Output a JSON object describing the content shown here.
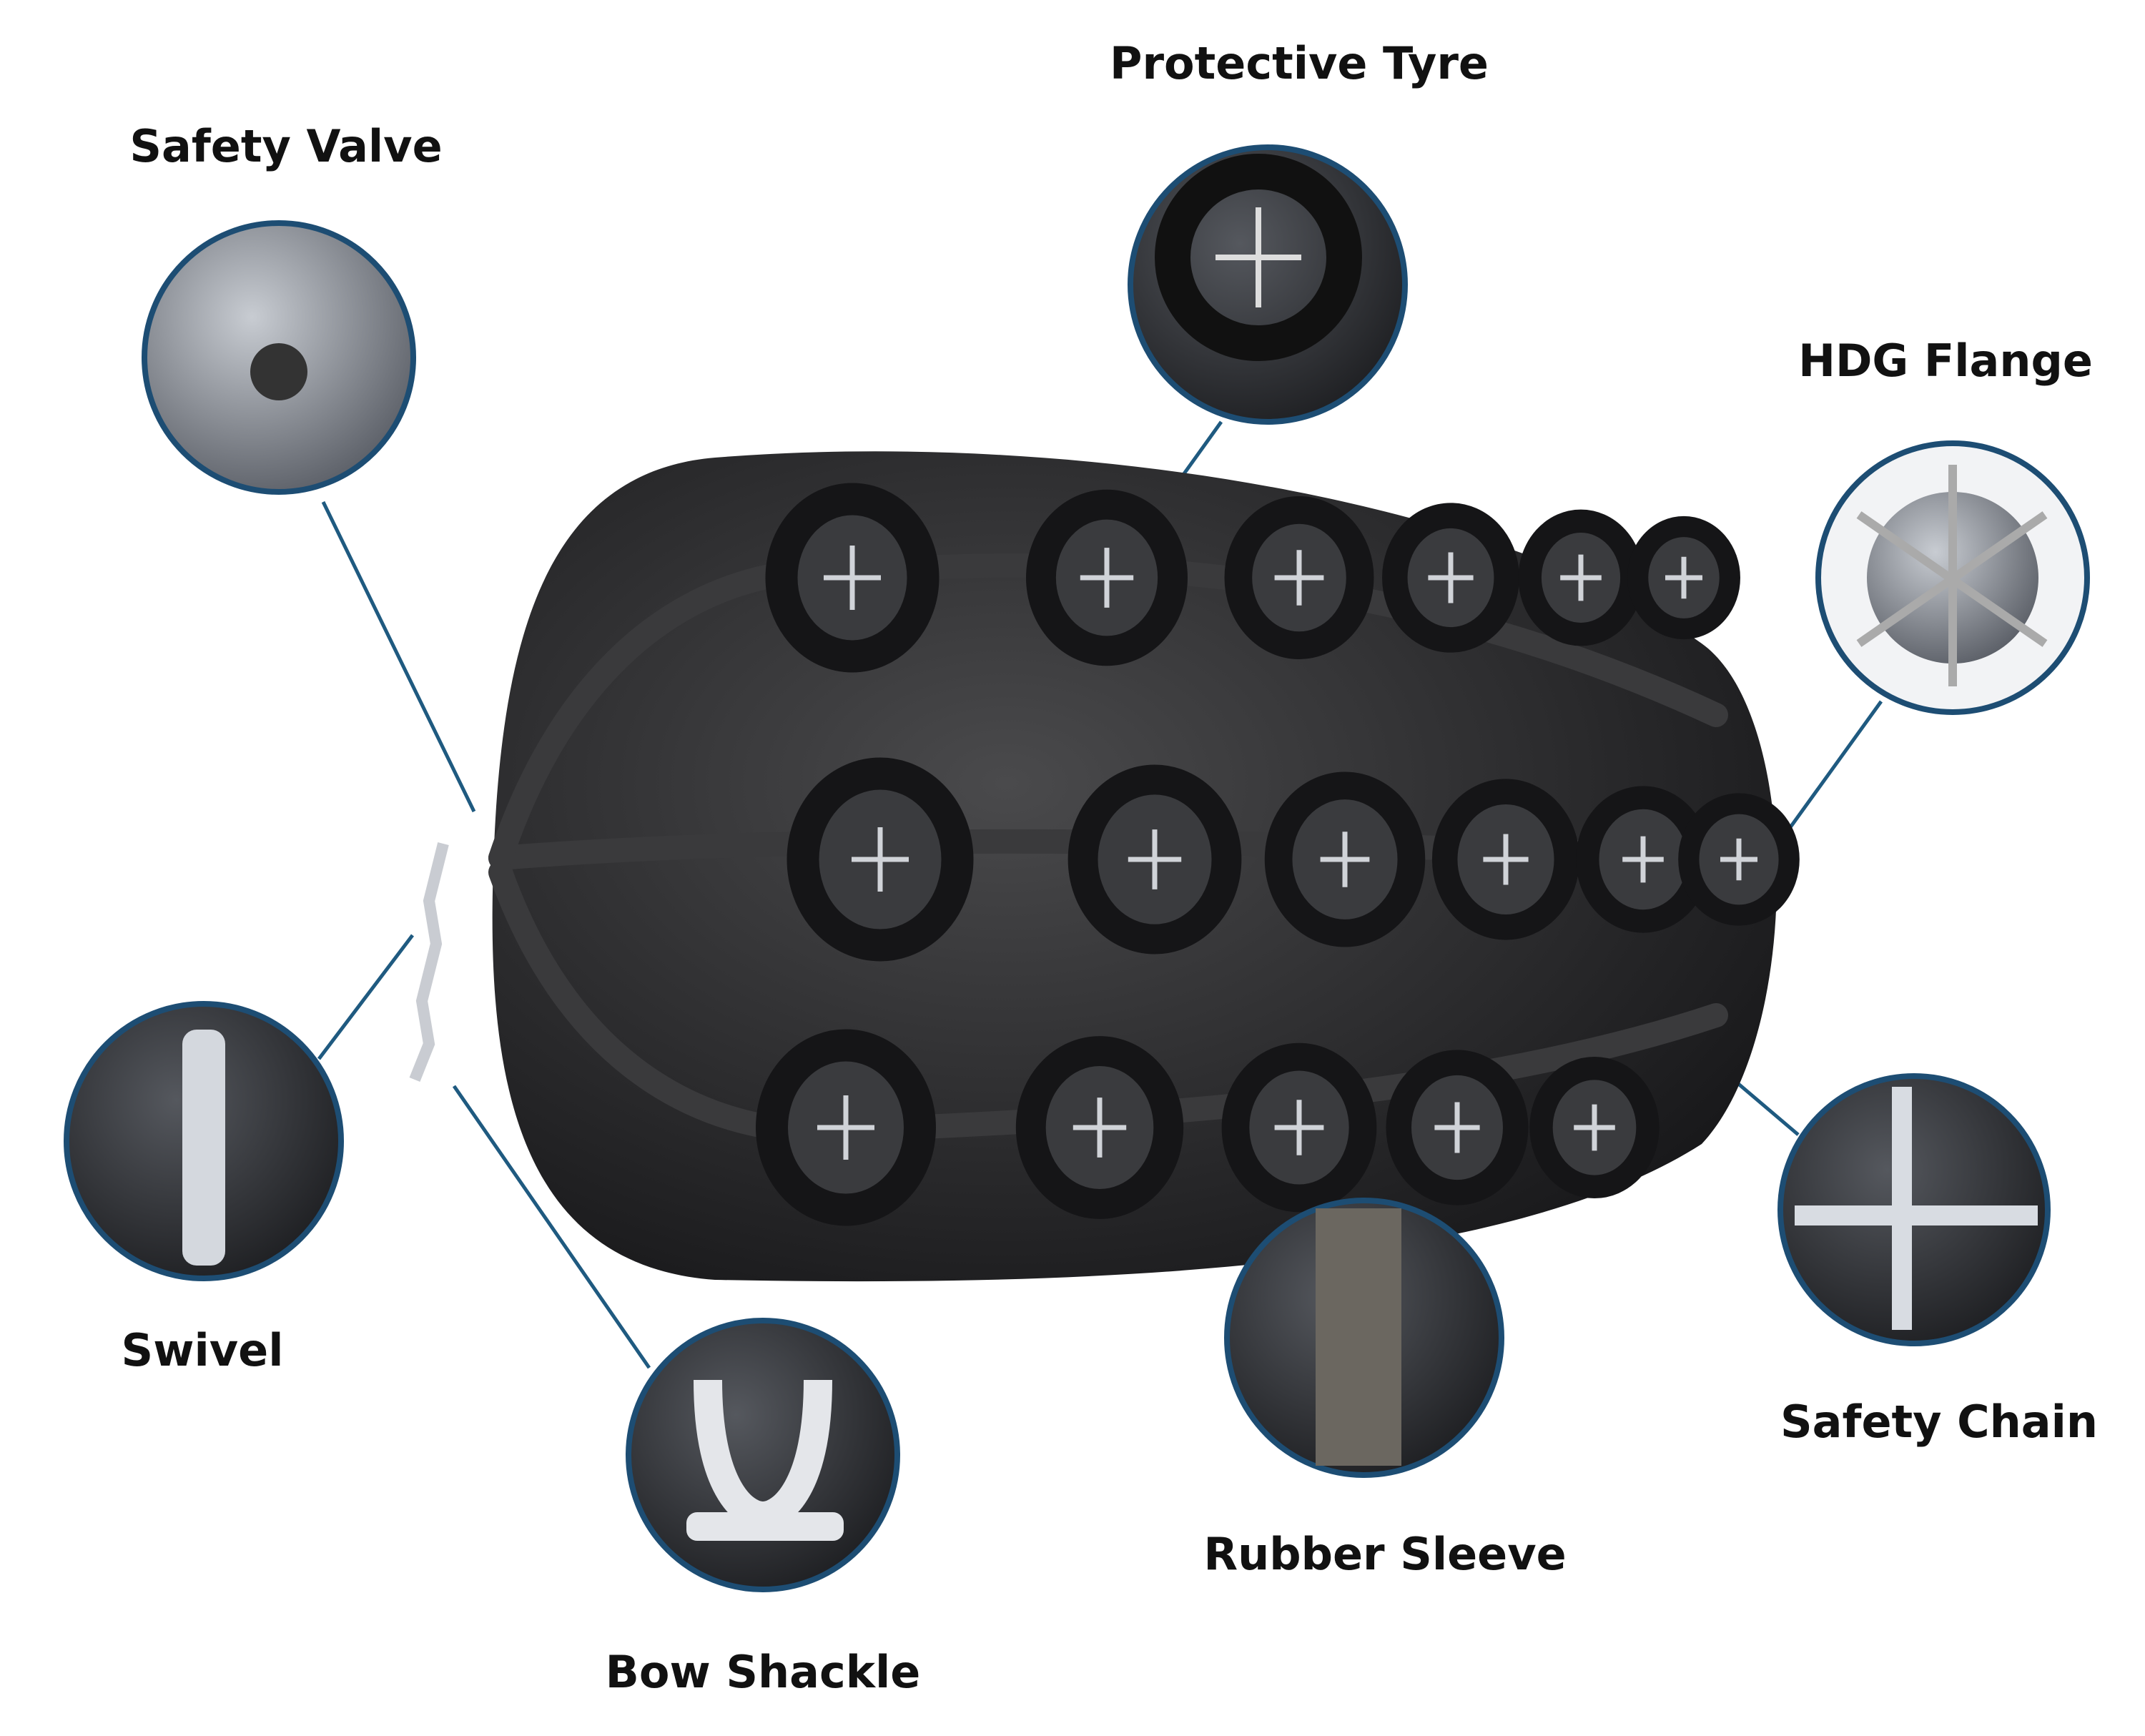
{
  "title": "Pneumatic Rubber Fender Components",
  "labels": {
    "protective_tyre": "Protective Tyre",
    "safety_valve": "Safety Valve",
    "hdg_flange": "HDG Flange",
    "swivel": "Swivel",
    "safety_chain": "Safety Chain",
    "rubber_sleeve": "Rubber Sleeve",
    "bow_shackle": "Bow Shackle"
  },
  "colors": {
    "callout_border": "#1d4d73",
    "leader_line": "#1f5a80",
    "fender_body": "#2a2a2c",
    "tyre": "#1c1c1e"
  }
}
